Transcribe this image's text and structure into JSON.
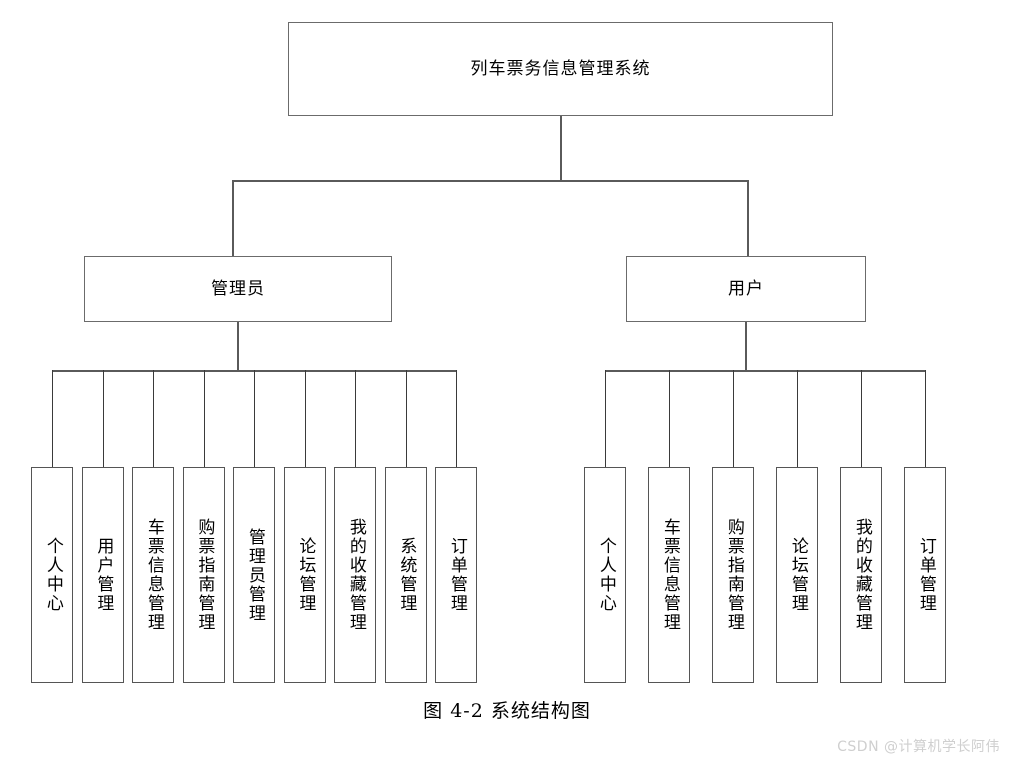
{
  "diagram": {
    "caption": "图 4-2  系统结构图",
    "watermark": "CSDN @计算机学长阿伟",
    "colors": {
      "box_border": "#6b6b6b",
      "leaf_border": "#555555",
      "connector": "#5a5a5a",
      "background": "#ffffff",
      "text": "#000000",
      "watermark": "#cfcfcf"
    },
    "root": {
      "label": "列车票务信息管理系统"
    },
    "branches": [
      {
        "id": "admin",
        "label": "管理员",
        "children": [
          {
            "label": "个人中心"
          },
          {
            "label": "用户管理"
          },
          {
            "label": "车票信息管理"
          },
          {
            "label": "购票指南管理"
          },
          {
            "label": "管理员管理"
          },
          {
            "label": "论坛管理"
          },
          {
            "label": "我的收藏管理"
          },
          {
            "label": "系统管理"
          },
          {
            "label": "订单管理"
          }
        ]
      },
      {
        "id": "user",
        "label": "用户",
        "children": [
          {
            "label": "个人中心"
          },
          {
            "label": "车票信息管理"
          },
          {
            "label": "购票指南管理"
          },
          {
            "label": "论坛管理"
          },
          {
            "label": "我的收藏管理"
          },
          {
            "label": "订单管理"
          }
        ]
      }
    ]
  }
}
